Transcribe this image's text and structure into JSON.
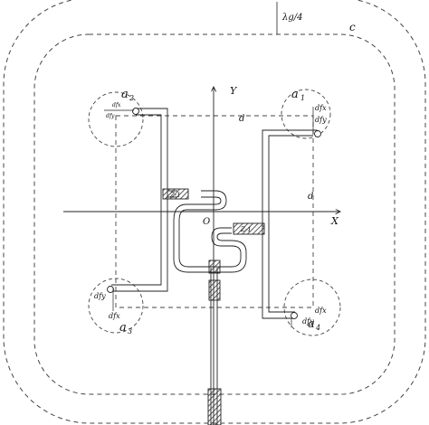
{
  "labels": {
    "a1": "a",
    "a1_sub": "1",
    "a2": "a",
    "a2_sub": "2",
    "a3": "a",
    "a3_sub": "3",
    "a4": "a",
    "a4_sub": "4",
    "c": "c",
    "lambda_g4": "λg/4",
    "d_h": "d",
    "d_v": "d",
    "Y": "Y",
    "X": "X",
    "O": "O",
    "dfx_a1": "dfx",
    "dfy_a1": "dfy",
    "dfx_a2": "dfx",
    "dfy_a2": "dfy",
    "dfx_a3": "dfx",
    "dfy_a3": "dfy",
    "dfx_a4": "dfx",
    "dfy_a4": "dfy"
  },
  "colors": {
    "line": "#222222",
    "dash": "#444444",
    "hatch": "#333333"
  }
}
